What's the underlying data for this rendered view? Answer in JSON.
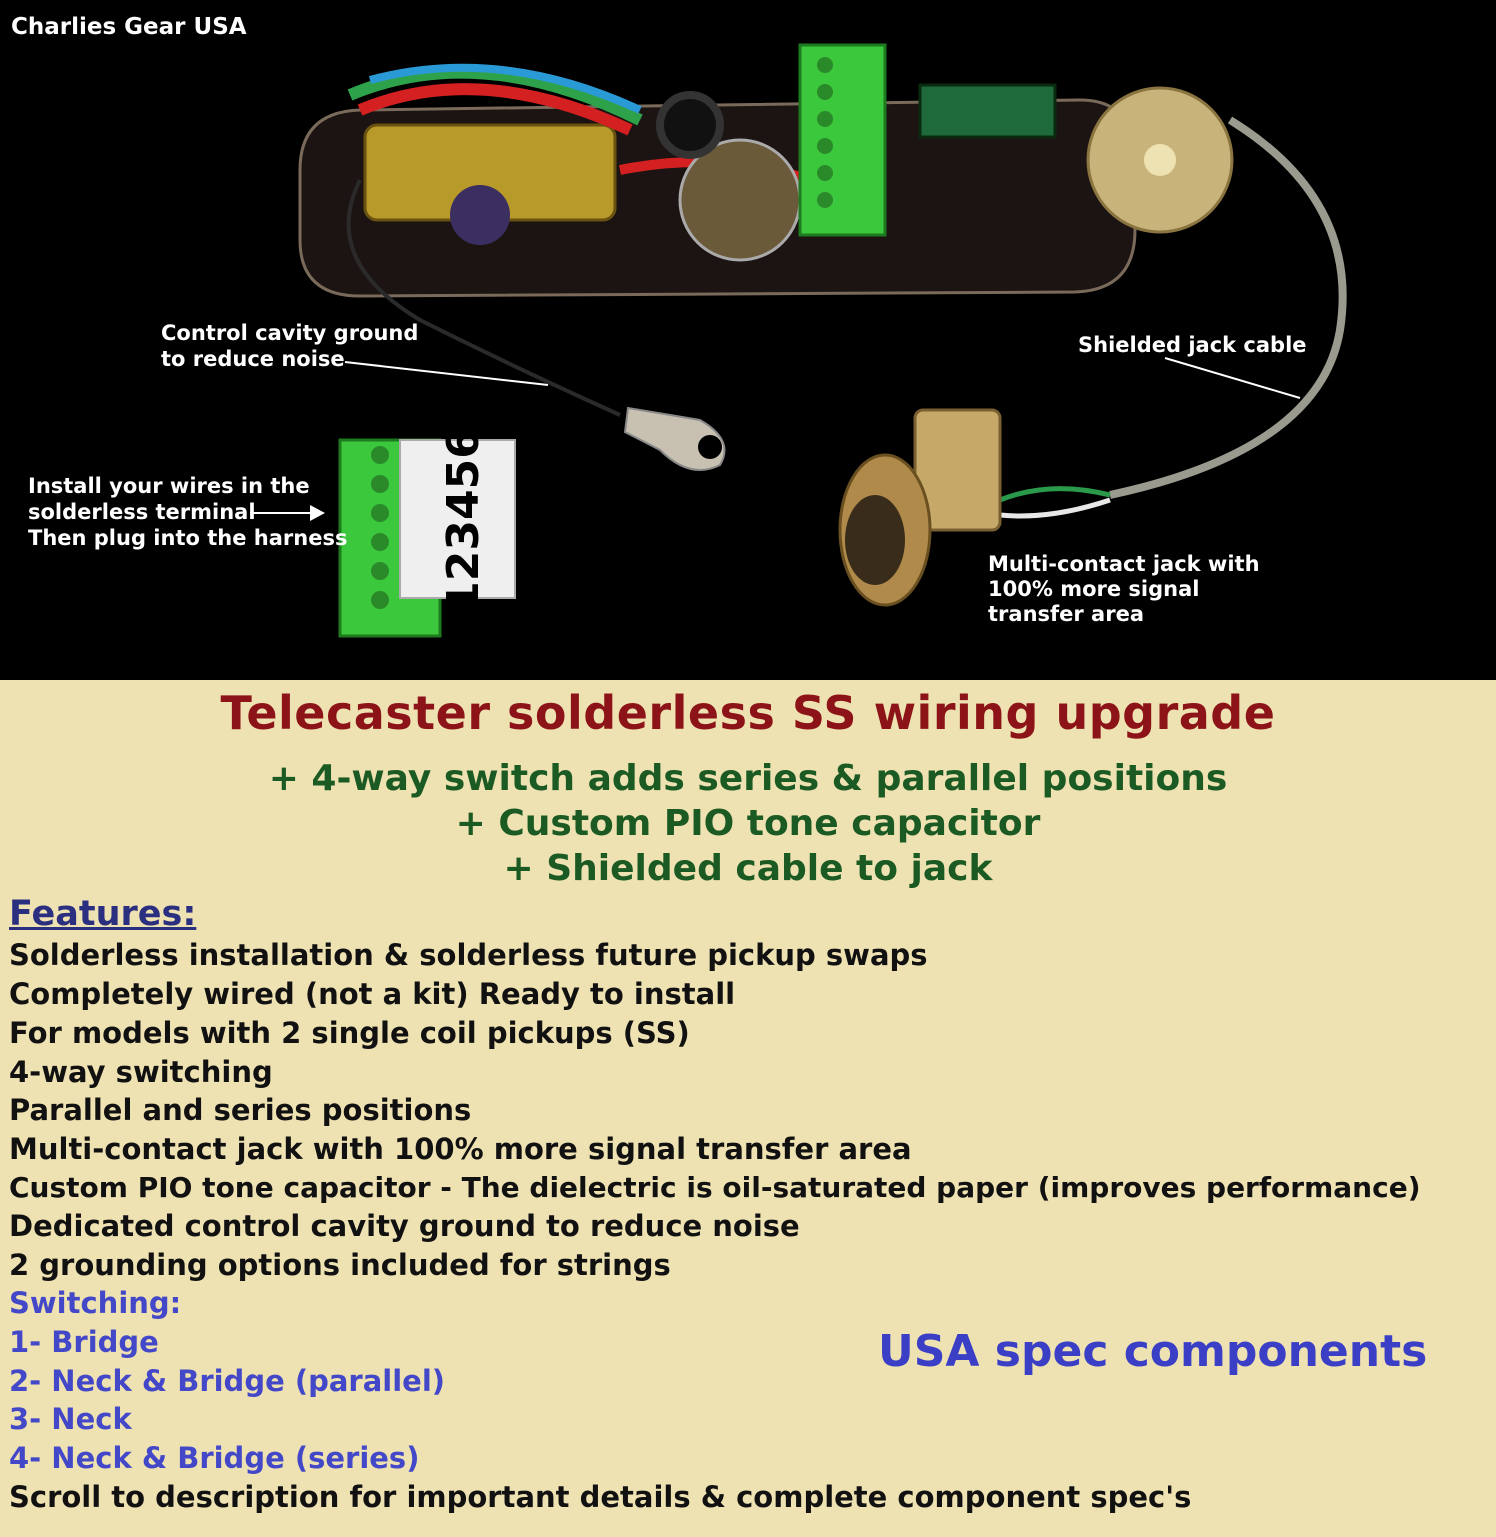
{
  "photo": {
    "brand": "Charlies Gear USA",
    "annotations": {
      "ground_line1": "Control cavity ground",
      "ground_line2": "to reduce noise",
      "shield": "Shielded jack cable",
      "install_line1": "Install your wires in the",
      "install_line2": "solderless terminal",
      "install_line3": "Then plug into the harness",
      "jack_line1": "Multi-contact jack with",
      "jack_line2": "100% more signal",
      "jack_line3": "transfer area"
    },
    "terminal_numbers": "123456"
  },
  "headline": {
    "title": "Telecaster solderless SS wiring upgrade",
    "sub1": "+ 4-way switch adds series & parallel positions",
    "sub2": "+ Custom PIO tone capacitor",
    "sub3": "+ Shielded cable to jack"
  },
  "features": {
    "heading": "Features:",
    "items": [
      "Solderless installation & solderless future pickup swaps",
      "Completely wired (not a kit) Ready to install",
      "For models with 2 single coil pickups (SS)",
      "4-way switching",
      "Parallel and series positions",
      "Multi-contact jack with 100% more signal transfer area",
      "Custom PIO tone capacitor - The dielectric is oil-saturated paper (improves performance)",
      "Dedicated control cavity ground to reduce noise",
      "2 grounding options included for strings"
    ]
  },
  "switching": {
    "heading": "Switching:",
    "items": [
      "1- Bridge",
      "2- Neck & Bridge (parallel)",
      "3- Neck",
      "4- Neck & Bridge (series)"
    ]
  },
  "tagline": "USA spec components",
  "footer": "Scroll to description for important details & complete component spec's",
  "colors": {
    "photo_bg": "#000000",
    "panel_bg": "#efe2b2",
    "title": "#8c1418",
    "subtitle": "#1c5a23",
    "features_heading": "#2a2f80",
    "switching": "#4348c8",
    "terminal_green": "#3cc83c"
  }
}
